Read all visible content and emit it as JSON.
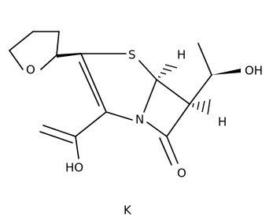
{
  "structure": {
    "atoms": {
      "ring_oxygen": "O",
      "sulfur": "S",
      "nitrogen": "N",
      "hydrogen_top": "H",
      "hydrogen_right": "H",
      "hydroxyl": "OH",
      "carbonyl_oxygen": "O",
      "acid_hydroxyl": "HO",
      "counterion": "K"
    }
  }
}
